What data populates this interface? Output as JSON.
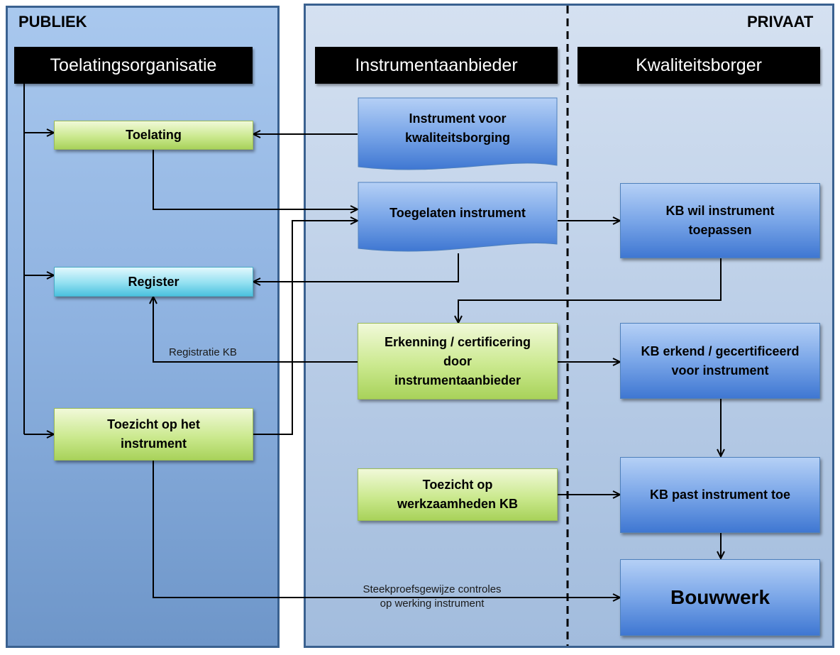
{
  "zones": {
    "public": "PUBLIEK",
    "private": "PRIVAAT"
  },
  "headers": {
    "toelatingsorganisatie": "Toelatingsorganisatie",
    "instrumentaanbieder": "Instrumentaanbieder",
    "kwaliteitsborger": "Kwaliteitsborger"
  },
  "nodes": {
    "toelating": "Toelating",
    "register": "Register",
    "toezicht_instrument": [
      "Toezicht op het",
      "instrument"
    ],
    "instrument_kb": [
      "Instrument voor",
      "kwaliteitsborging"
    ],
    "toegelaten_instrument": "Toegelaten instrument",
    "erkenning": [
      "Erkenning / certificering",
      "door",
      "instrumentaanbieder"
    ],
    "toezicht_werkzaamheden": [
      "Toezicht op",
      "werkzaamheden KB"
    ],
    "kb_wil": [
      "KB wil instrument",
      "toepassen"
    ],
    "kb_erkend": [
      "KB erkend / gecertificeerd",
      "voor instrument"
    ],
    "kb_past": "KB past instrument toe",
    "bouwwerk": "Bouwwerk"
  },
  "edge_labels": {
    "registratie": "Registratie KB",
    "steekproef": [
      "Steekproefsgewijze controles",
      "op werking instrument"
    ]
  },
  "colors": {
    "panel_border": "#3a6190",
    "green_box": "#cbe98f",
    "cyan_box": "#92e0f1",
    "blue_box": "#7aa6e8",
    "header_bg": "#000000"
  }
}
